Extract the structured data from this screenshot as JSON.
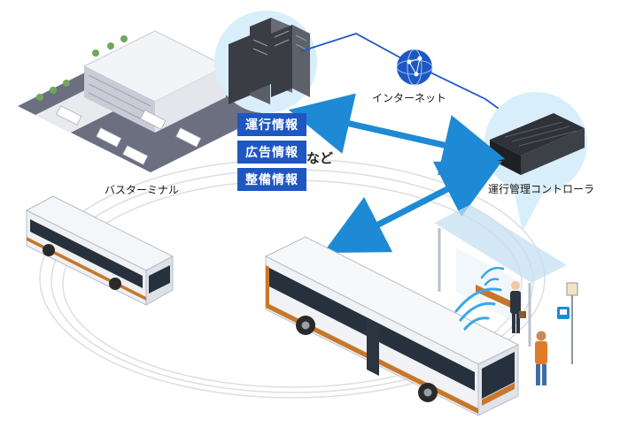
{
  "labels": {
    "bus_terminal": "バスターミナル",
    "internet": "インターネット",
    "controller": "運行管理コントローラ",
    "etc": "など"
  },
  "info_tags": [
    "運行情報",
    "広告情報",
    "整備情報"
  ],
  "icons": {
    "server": "server-rack-icon",
    "globe": "globe-icon",
    "controller": "controller-box-icon",
    "wireless": "wireless-signal-icon",
    "bus_stop": "bus-stop-sign-icon"
  },
  "colors": {
    "arrow": "#1e8ad6",
    "tag_bg": "#1f57c2",
    "bubble": "#d8eefa",
    "bus_stripe": "#c8772a",
    "wireless": "#38a8e8"
  }
}
